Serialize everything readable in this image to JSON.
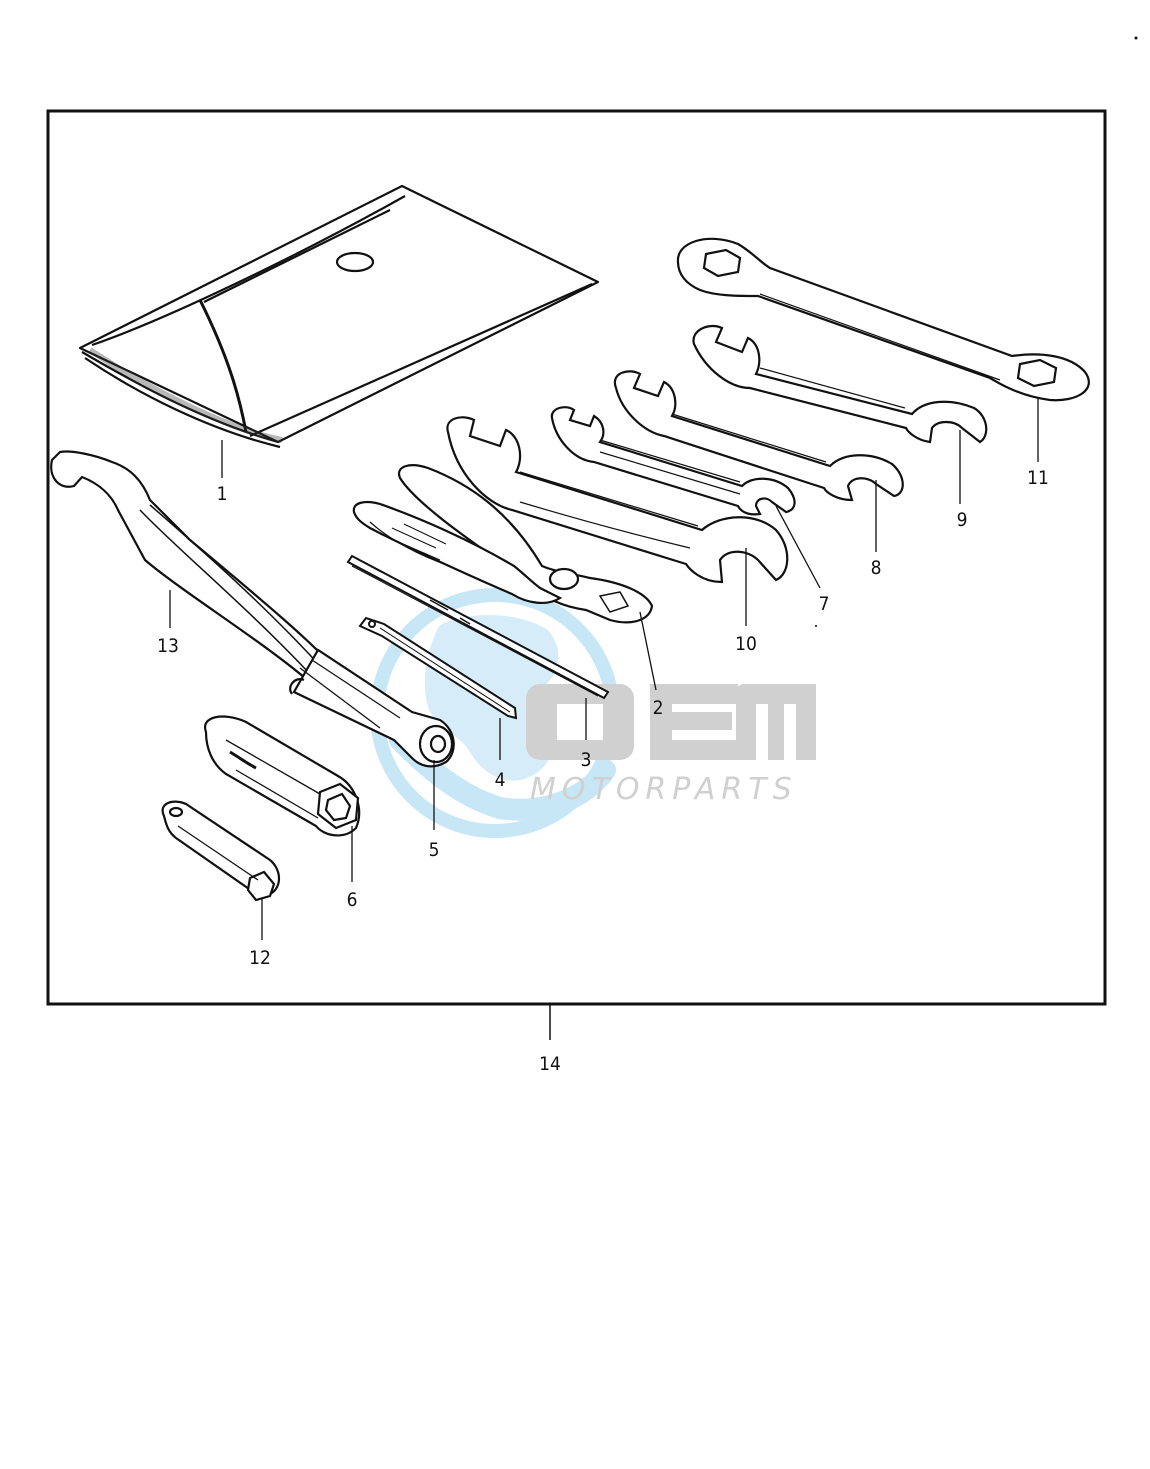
{
  "callouts": [
    {
      "id": "1",
      "label": "1"
    },
    {
      "id": "2",
      "label": "2"
    },
    {
      "id": "3",
      "label": "3"
    },
    {
      "id": "4",
      "label": "4"
    },
    {
      "id": "5",
      "label": "5"
    },
    {
      "id": "6",
      "label": "6"
    },
    {
      "id": "7",
      "label": "7"
    },
    {
      "id": "8",
      "label": "8"
    },
    {
      "id": "9",
      "label": "9"
    },
    {
      "id": "10",
      "label": "10"
    },
    {
      "id": "11",
      "label": "11"
    },
    {
      "id": "12",
      "label": "12"
    },
    {
      "id": "13",
      "label": "13"
    },
    {
      "id": "14",
      "label": "14"
    }
  ],
  "parts": [
    {
      "callout": "1",
      "icon": "tool-bag-icon"
    },
    {
      "callout": "2",
      "icon": "pliers-icon"
    },
    {
      "callout": "3",
      "icon": "screwdriver-blade-icon"
    },
    {
      "callout": "4",
      "icon": "screwdriver-blade-icon"
    },
    {
      "callout": "5",
      "icon": "screwdriver-handle-icon"
    },
    {
      "callout": "6",
      "icon": "box-wrench-icon"
    },
    {
      "callout": "7",
      "icon": "open-end-wrench-icon"
    },
    {
      "callout": "8",
      "icon": "open-end-wrench-icon"
    },
    {
      "callout": "9",
      "icon": "open-end-wrench-icon"
    },
    {
      "callout": "10",
      "icon": "open-end-wrench-icon"
    },
    {
      "callout": "11",
      "icon": "ring-spanner-icon"
    },
    {
      "callout": "12",
      "icon": "spark-plug-socket-icon"
    },
    {
      "callout": "13",
      "icon": "hook-spanner-icon"
    }
  ],
  "watermark": {
    "logo_text": "OEM",
    "sub_text": "MOTORPARTS",
    "colors": {
      "globe": "#bfe3f5",
      "logo": "#c8c8c8"
    }
  },
  "colors": {
    "line": "#111111",
    "frame": "#111111",
    "background": "#ffffff"
  }
}
